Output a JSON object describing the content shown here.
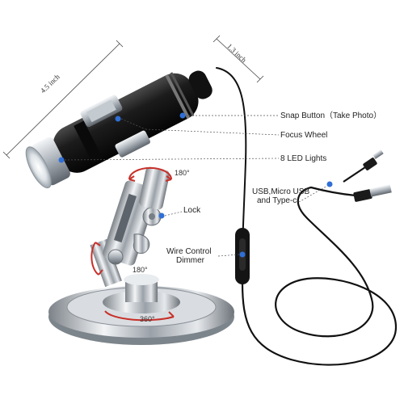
{
  "dimensions": {
    "length": "4.5 inch",
    "diameter": "1.3 inch"
  },
  "labels": {
    "snap_button": "Snap Button（Take Photo）",
    "focus_wheel": "Focus Wheel",
    "led_lights": "8 LED Lights",
    "usb_line1": "USB,Micro USB",
    "usb_line2": "and Type-c",
    "lock": "Lock",
    "dimmer_line1": "Wire Control",
    "dimmer_line2": "Dimmer"
  },
  "rotation": {
    "top": "180°",
    "middle": "180°",
    "base": "360°"
  },
  "colors": {
    "marker_blue": "#2f6fd6",
    "arrow_red": "#c8302a",
    "body_black": "#1a1a1a",
    "chrome": "#c8cdd2"
  }
}
